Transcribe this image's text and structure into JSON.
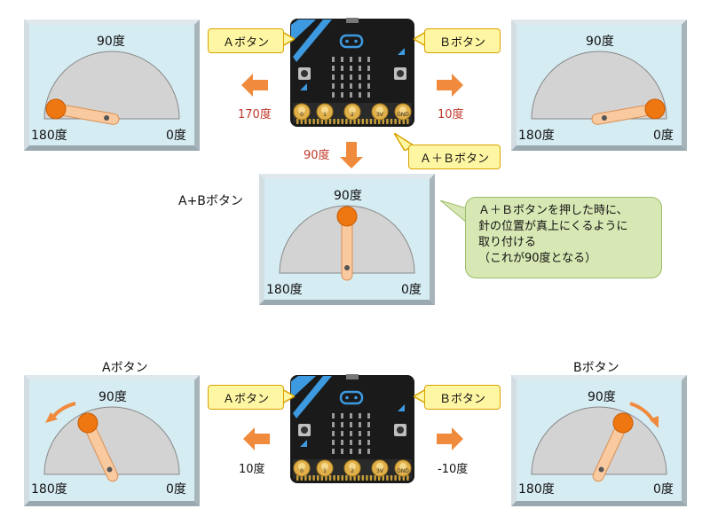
{
  "labels": {
    "deg90": "90度",
    "deg180": "180度",
    "deg0": "0度",
    "a_button": "Ａボタン",
    "b_button": "Ｂボタン",
    "ab_button": "Ａ＋Ｂボタン",
    "ab_title": "A+Bボタン",
    "a_title": "Aボタン",
    "b_title": "Bボタン"
  },
  "arrows": {
    "top_left": "170度",
    "top_right": "10度",
    "middle_down": "90度",
    "bottom_left": "10度",
    "bottom_right": "-10度"
  },
  "note": {
    "line1": "Ａ＋Ｂボタンを押した時に、",
    "line2": "針の位置が真上にくるように",
    "line3": "取り付ける",
    "line4": "（これが90度となる）"
  },
  "microbit": {
    "pins": [
      "0",
      "1",
      "2",
      "3V",
      "GND"
    ]
  },
  "colors": {
    "panel_bg": "#d6ecf3",
    "panel_border": "#b8c6cc",
    "dial": "#d3d3d3",
    "needle": "#f9c9a0",
    "hub": "#ee7711",
    "arrow": "#f08a3c",
    "board": "#1a1a1a",
    "accent_blue": "#3d9ae0"
  },
  "gauges": [
    {
      "id": "top-left",
      "needle_deg": 170
    },
    {
      "id": "top-right",
      "needle_deg": 10
    },
    {
      "id": "middle",
      "needle_deg": 90
    },
    {
      "id": "bottom-left",
      "needle_deg": 115
    },
    {
      "id": "bottom-right",
      "needle_deg": 65
    }
  ]
}
